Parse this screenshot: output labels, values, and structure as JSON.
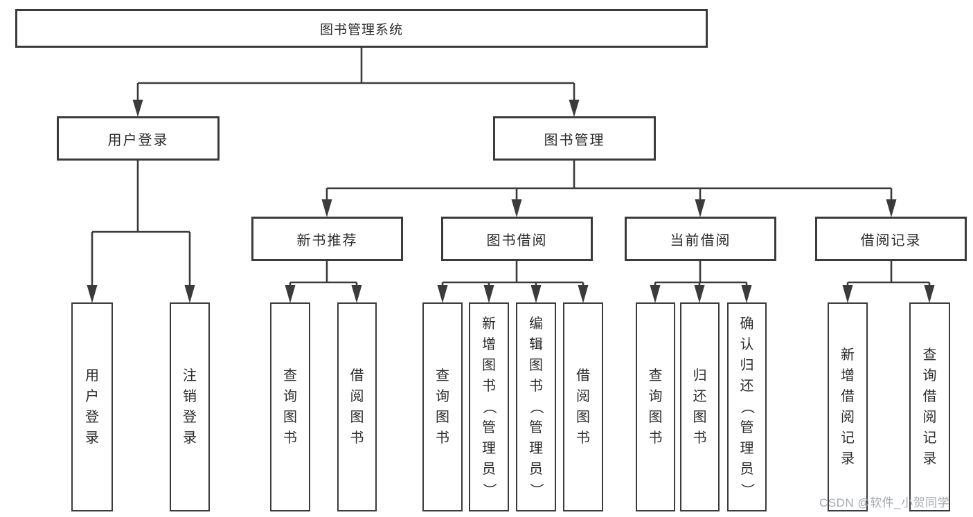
{
  "diagram": {
    "title": "图书管理系统",
    "type": "hierarchy-diagram",
    "colors": {
      "line": "#3b3b3b",
      "text": "#2c2c2c",
      "background": "#ffffff",
      "watermark": "#9ea4ab"
    },
    "watermark": "CSDN @软件_小贺同学",
    "nodes": [
      {
        "id": "root",
        "label": "图书管理系统",
        "level": 1,
        "parent": null
      },
      {
        "id": "user-login",
        "label": "用户登录",
        "level": 2,
        "parent": "图书管理系统"
      },
      {
        "id": "book-mgmt",
        "label": "图书管理",
        "level": 2,
        "parent": "图书管理系统"
      },
      {
        "id": "new-book-rec",
        "label": "新书推荐",
        "level": 3,
        "parent": "图书管理"
      },
      {
        "id": "book-borrow",
        "label": "图书借阅",
        "level": 3,
        "parent": "图书管理"
      },
      {
        "id": "current-borrow",
        "label": "当前借阅",
        "level": 3,
        "parent": "图书管理"
      },
      {
        "id": "borrow-records",
        "label": "借阅记录",
        "level": 3,
        "parent": "图书管理"
      },
      {
        "id": "leaf-user-login",
        "label": "用户登录",
        "level": 4,
        "parent": "用户登录"
      },
      {
        "id": "leaf-logout",
        "label": "注销登录",
        "level": 4,
        "parent": "用户登录"
      },
      {
        "id": "leaf-query-books-1",
        "label": "查询图书",
        "level": 4,
        "parent": "新书推荐"
      },
      {
        "id": "leaf-borrow-books-1",
        "label": "借阅图书",
        "level": 4,
        "parent": "新书推荐"
      },
      {
        "id": "leaf-query-books-2",
        "label": "查询图书",
        "level": 4,
        "parent": "图书借阅"
      },
      {
        "id": "leaf-add-book",
        "label": "新增图书（管理员）",
        "level": 4,
        "parent": "图书借阅"
      },
      {
        "id": "leaf-edit-book",
        "label": "编辑图书（管理员）",
        "level": 4,
        "parent": "图书借阅"
      },
      {
        "id": "leaf-borrow-books-2",
        "label": "借阅图书",
        "level": 4,
        "parent": "图书借阅"
      },
      {
        "id": "leaf-query-books-3",
        "label": "查询图书",
        "level": 4,
        "parent": "当前借阅"
      },
      {
        "id": "leaf-return-book",
        "label": "归还图书",
        "level": 4,
        "parent": "当前借阅"
      },
      {
        "id": "leaf-confirm-return",
        "label": "确认归还（管理员）",
        "level": 4,
        "parent": "当前借阅"
      },
      {
        "id": "leaf-add-record",
        "label": "新增借阅记录",
        "level": 4,
        "parent": "借阅记录"
      },
      {
        "id": "leaf-query-record",
        "label": "查询借阅记录",
        "level": 4,
        "parent": "借阅记录"
      }
    ]
  }
}
